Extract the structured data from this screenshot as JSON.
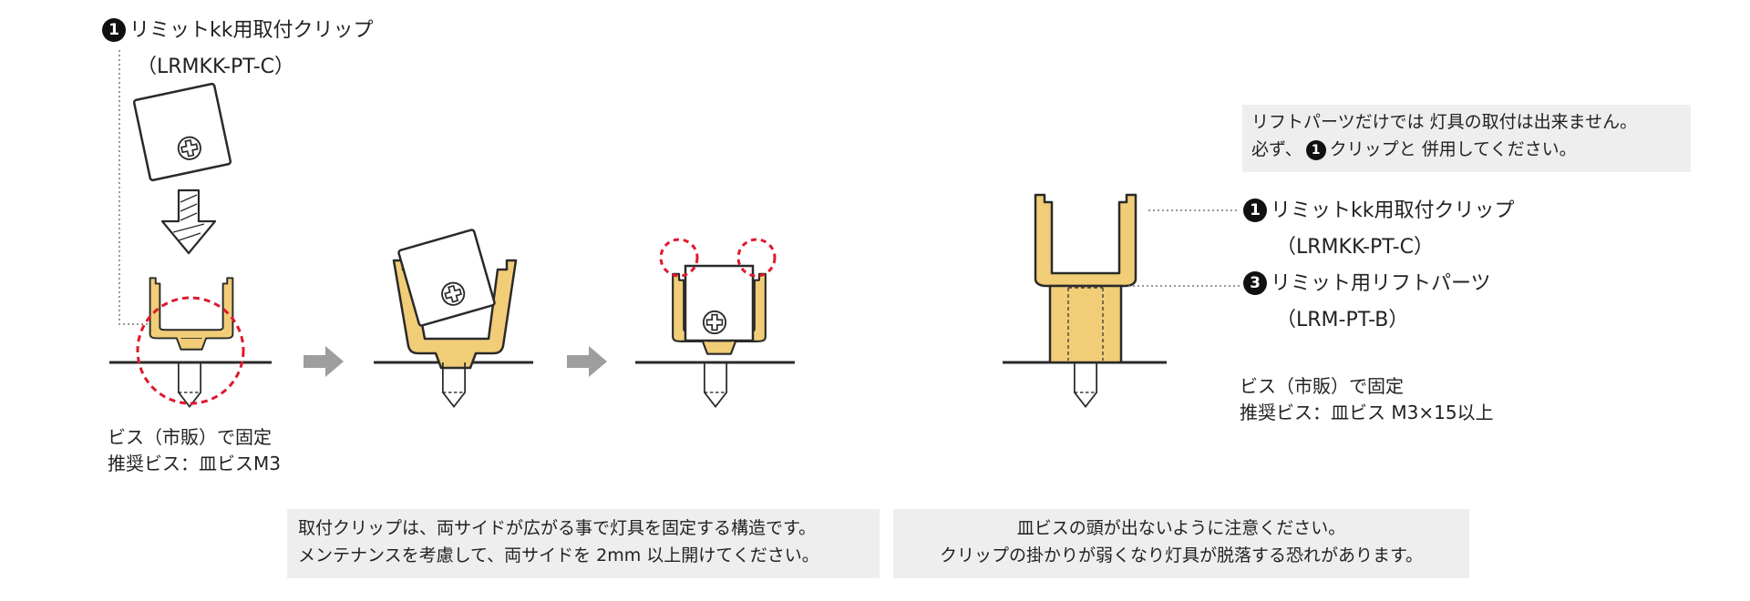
{
  "top_callout": {
    "badge": "1",
    "name": "リミットkk用取付クリップ",
    "code": "（LRMKK-PT-C）"
  },
  "left_screw_note": {
    "line1": "ビス（市販）で固定",
    "line2": "推奨ビス：皿ビスM3"
  },
  "right_note_box": {
    "line1": "リフトパーツだけでは 灯具の取付は出来ません。",
    "line2_pre": "必ず、",
    "line2_badge": "1",
    "line2_post": "クリップと 併用してください。"
  },
  "right_labels": [
    {
      "badge": "1",
      "name": "リミットkk用取付クリップ",
      "code": "（LRMKK-PT-C）"
    },
    {
      "badge": "3",
      "name": "リミット用リフトパーツ",
      "code": "（LRM-PT-B）"
    }
  ],
  "right_screw_note": {
    "line1": "ビス（市販）で固定",
    "line2": "推奨ビス：皿ビス M3×15以上"
  },
  "bottom_left_box": {
    "line1": "取付クリップは、両サイドが広がる事で灯具を固定する構造です。",
    "line2": "メンテナンスを考慮して、両サイドを 2mm 以上開けてください。"
  },
  "bottom_right_box": {
    "line1": "皿ビスの頭が出ないように注意ください。",
    "line2": "クリップの掛かりが弱くなり灯具が脱落する恐れがあります。"
  },
  "colors": {
    "clip_fill": "#f2cd78",
    "clip_stroke": "#2a2a2a",
    "highlight_circle": "#e0182d",
    "arrow_gray": "#9e9e9e",
    "box_bg": "#eeeeee"
  },
  "icons": [
    "phillips-screw-icon",
    "down-arrow-icon",
    "right-arrow-icon",
    "badge-1-icon",
    "badge-3-icon"
  ]
}
